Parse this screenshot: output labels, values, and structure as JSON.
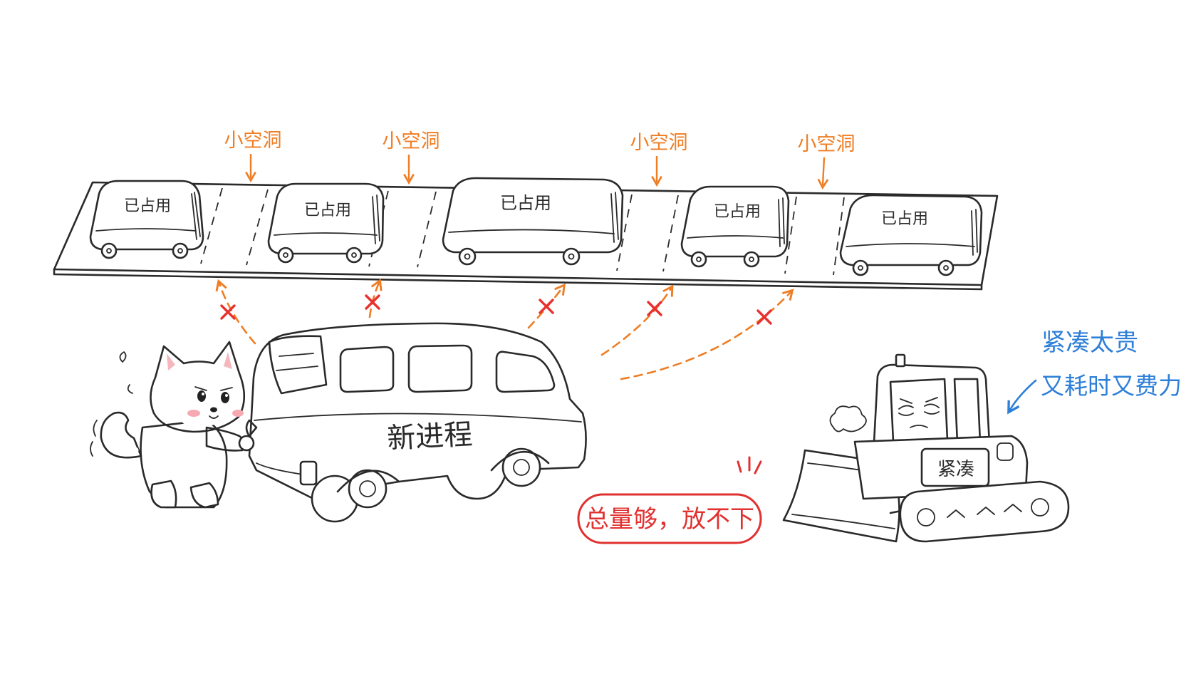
{
  "occupied_label": "已占用",
  "hole_label": "小空洞",
  "process_label": "新进程",
  "conclusion_label": "总量够，放不下",
  "compact_title": "紧凑太贵",
  "compact_subtitle": "又耗时又费力",
  "bulldozer_label": "紧凑",
  "colors": {
    "hole_text": "#ef7d24",
    "fail_cross": "#e8312f",
    "conclusion": "#e03130",
    "compact_note": "#2d7fd8",
    "husky_fur": "#6d6d6d",
    "blush": "#f6a9b0"
  }
}
